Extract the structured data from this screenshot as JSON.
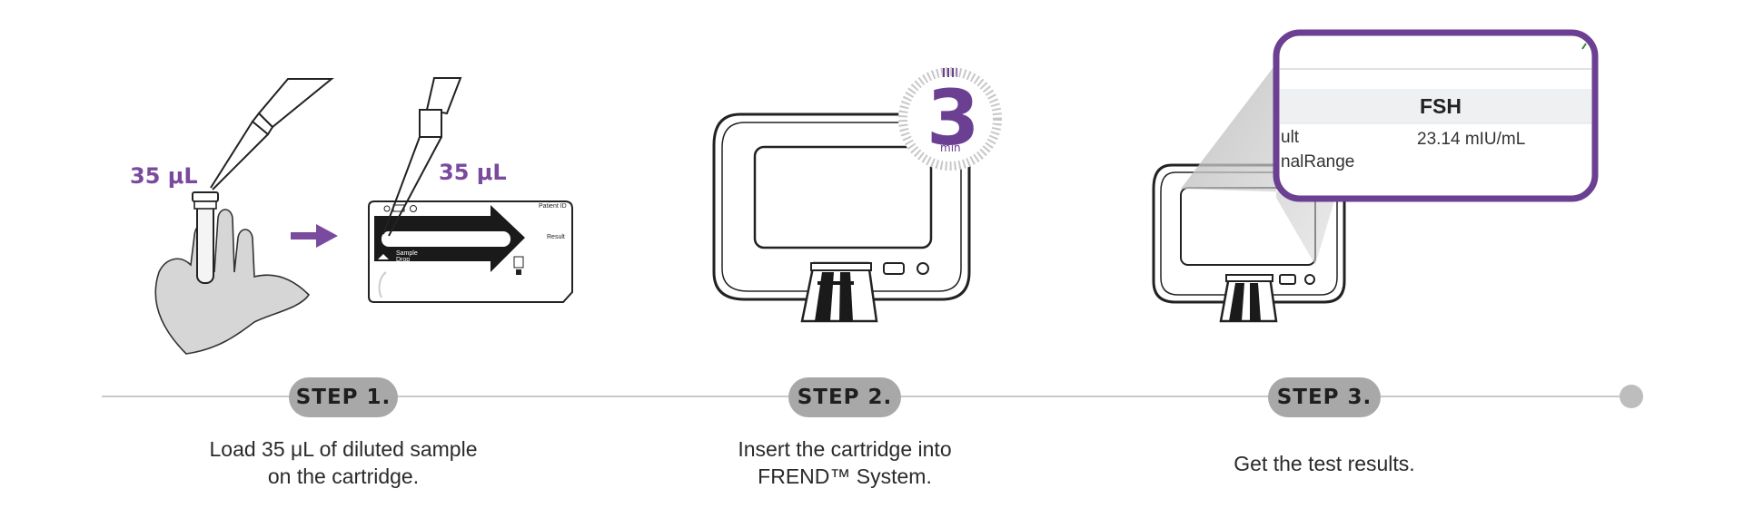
{
  "colors": {
    "accent": "#7a4a9e",
    "timeline": "#c9c9c9",
    "pill": "#a8a8a8",
    "ink": "#1a1a1a"
  },
  "step1": {
    "label": "STEP 1.",
    "description_line1": "Load 35 μL of diluted sample",
    "description_line2": "on the cartridge.",
    "volume_tube": "35 μL",
    "volume_cartridge": "35 μL",
    "cartridge_patient_id": "Patient ID",
    "cartridge_result": "Result",
    "cartridge_sample_drop_1": "Sample",
    "cartridge_sample_drop_2": "Drop"
  },
  "step2": {
    "label": "STEP 2.",
    "description_line1": "Insert the cartridge into",
    "description_line2": "FREND™ System.",
    "timer_value": "3",
    "timer_unit": "min"
  },
  "step3": {
    "label": "STEP 3.",
    "description": "Get the test results.",
    "result_test_name": "FSH",
    "result_value": "23.14 mIU/mL",
    "result_row1_label": "ult",
    "result_row2_label": "nalRange"
  }
}
